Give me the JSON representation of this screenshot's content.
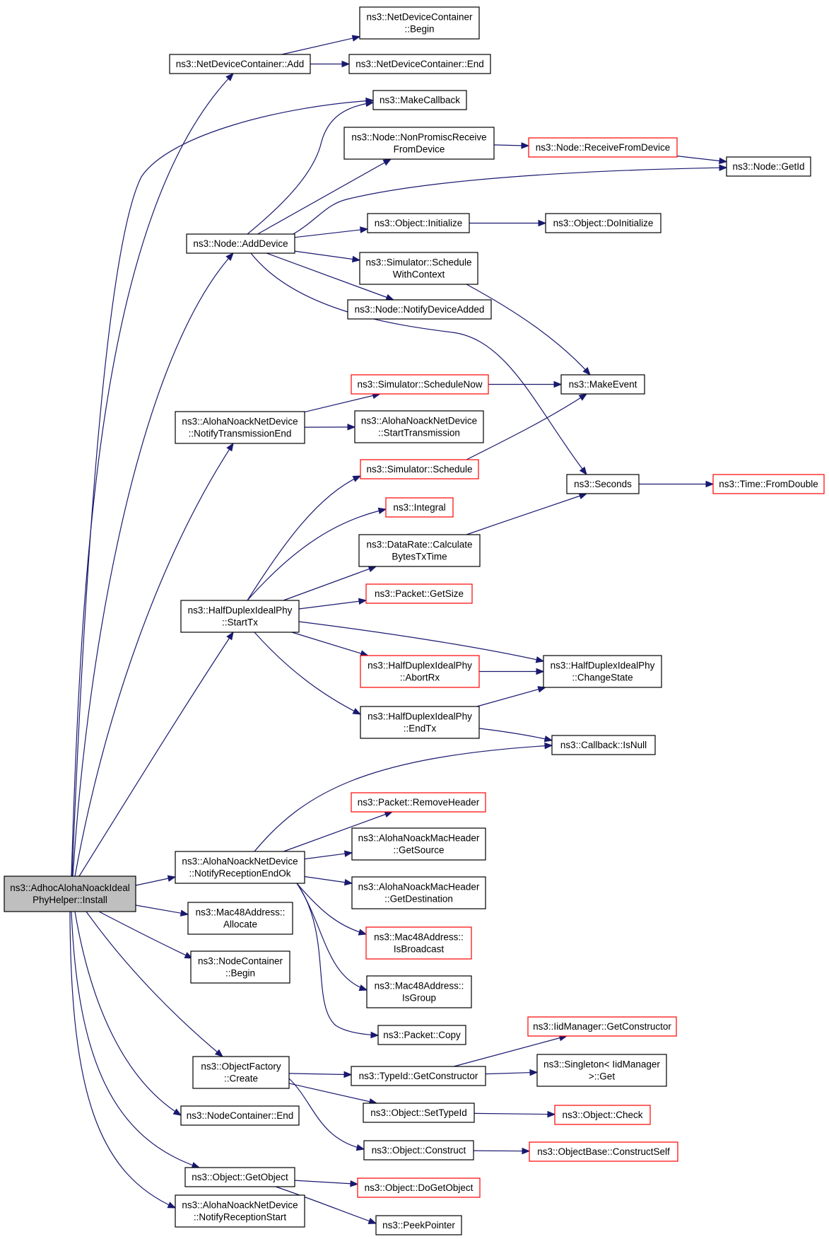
{
  "diagram": {
    "colors": {
      "edge": "#191970",
      "border_normal": "#000000",
      "border_truncated": "#ff0000",
      "root_fill": "#bfbfbf",
      "node_fill": "#ffffff"
    },
    "nodes": [
      {
        "id": "root",
        "lines": [
          "ns3::AdhocAlohaNoackIdeal",
          "PhyHelper::Install"
        ],
        "style": "root"
      },
      {
        "id": "ndc_add",
        "lines": [
          "ns3::NetDeviceContainer::Add"
        ],
        "style": "normal"
      },
      {
        "id": "ndc_begin",
        "lines": [
          "ns3::NetDeviceContainer",
          "::Begin"
        ],
        "style": "normal"
      },
      {
        "id": "ndc_end",
        "lines": [
          "ns3::NetDeviceContainer::End"
        ],
        "style": "normal"
      },
      {
        "id": "makecallback",
        "lines": [
          "ns3::MakeCallback"
        ],
        "style": "normal"
      },
      {
        "id": "nonpromisc",
        "lines": [
          "ns3::Node::NonPromiscReceive",
          "FromDevice"
        ],
        "style": "normal"
      },
      {
        "id": "receivefromdevice",
        "lines": [
          "ns3::Node::ReceiveFromDevice"
        ],
        "style": "truncated"
      },
      {
        "id": "node_getid",
        "lines": [
          "ns3::Node::GetId"
        ],
        "style": "normal"
      },
      {
        "id": "node_adddevice",
        "lines": [
          "ns3::Node::AddDevice"
        ],
        "style": "normal"
      },
      {
        "id": "obj_initialize",
        "lines": [
          "ns3::Object::Initialize"
        ],
        "style": "normal"
      },
      {
        "id": "obj_doinitialize",
        "lines": [
          "ns3::Object::DoInitialize"
        ],
        "style": "normal"
      },
      {
        "id": "sched_withcontext",
        "lines": [
          "ns3::Simulator::Schedule",
          "WithContext"
        ],
        "style": "normal"
      },
      {
        "id": "notifydeviceadded",
        "lines": [
          "ns3::Node::NotifyDeviceAdded"
        ],
        "style": "normal"
      },
      {
        "id": "schedulenow",
        "lines": [
          "ns3::Simulator::ScheduleNow"
        ],
        "style": "truncated"
      },
      {
        "id": "makeevent",
        "lines": [
          "ns3::MakeEvent"
        ],
        "style": "normal"
      },
      {
        "id": "notify_tx_end",
        "lines": [
          "ns3::AlohaNoackNetDevice",
          "::NotifyTransmissionEnd"
        ],
        "style": "normal"
      },
      {
        "id": "start_tx_dev",
        "lines": [
          "ns3::AlohaNoackNetDevice",
          "::StartTransmission"
        ],
        "style": "normal"
      },
      {
        "id": "sim_schedule",
        "lines": [
          "ns3::Simulator::Schedule"
        ],
        "style": "truncated"
      },
      {
        "id": "seconds",
        "lines": [
          "ns3::Seconds"
        ],
        "style": "normal"
      },
      {
        "id": "fromdouble",
        "lines": [
          "ns3::Time::FromDouble"
        ],
        "style": "truncated"
      },
      {
        "id": "integral",
        "lines": [
          "ns3::Integral"
        ],
        "style": "truncated"
      },
      {
        "id": "datarate",
        "lines": [
          "ns3::DataRate::Calculate",
          "BytesTxTime"
        ],
        "style": "normal"
      },
      {
        "id": "packet_getsize",
        "lines": [
          "ns3::Packet::GetSize"
        ],
        "style": "truncated"
      },
      {
        "id": "hd_starttx",
        "lines": [
          "ns3::HalfDuplexIdealPhy",
          "::StartTx"
        ],
        "style": "normal"
      },
      {
        "id": "hd_abortrx",
        "lines": [
          "ns3::HalfDuplexIdealPhy",
          "::AbortRx"
        ],
        "style": "truncated"
      },
      {
        "id": "hd_changestate",
        "lines": [
          "ns3::HalfDuplexIdealPhy",
          "::ChangeState"
        ],
        "style": "normal"
      },
      {
        "id": "hd_endtx",
        "lines": [
          "ns3::HalfDuplexIdealPhy",
          "::EndTx"
        ],
        "style": "normal"
      },
      {
        "id": "cb_isnull",
        "lines": [
          "ns3::Callback::IsNull"
        ],
        "style": "normal"
      },
      {
        "id": "removeheader",
        "lines": [
          "ns3::Packet::RemoveHeader"
        ],
        "style": "truncated"
      },
      {
        "id": "getsource",
        "lines": [
          "ns3::AlohaNoackMacHeader",
          "::GetSource"
        ],
        "style": "normal"
      },
      {
        "id": "notify_rx_endok",
        "lines": [
          "ns3::AlohaNoackNetDevice",
          "::NotifyReceptionEndOk"
        ],
        "style": "normal"
      },
      {
        "id": "getdestination",
        "lines": [
          "ns3::AlohaNoackMacHeader",
          "::GetDestination"
        ],
        "style": "normal"
      },
      {
        "id": "isbroadcast",
        "lines": [
          "ns3::Mac48Address::",
          "IsBroadcast"
        ],
        "style": "truncated"
      },
      {
        "id": "mac_allocate",
        "lines": [
          "ns3::Mac48Address::",
          "Allocate"
        ],
        "style": "normal"
      },
      {
        "id": "nc_begin",
        "lines": [
          "ns3::NodeContainer",
          "::Begin"
        ],
        "style": "normal"
      },
      {
        "id": "isgroup",
        "lines": [
          "ns3::Mac48Address::",
          "IsGroup"
        ],
        "style": "normal"
      },
      {
        "id": "packet_copy",
        "lines": [
          "ns3::Packet::Copy"
        ],
        "style": "normal"
      },
      {
        "id": "iid_getconstructor",
        "lines": [
          "ns3::IidManager::GetConstructor"
        ],
        "style": "truncated"
      },
      {
        "id": "of_create",
        "lines": [
          "ns3::ObjectFactory",
          "::Create"
        ],
        "style": "normal"
      },
      {
        "id": "typeid_getconstructor",
        "lines": [
          "ns3::TypeId::GetConstructor"
        ],
        "style": "normal"
      },
      {
        "id": "singleton_get",
        "lines": [
          "ns3::Singleton< IidManager",
          ">::Get"
        ],
        "style": "normal"
      },
      {
        "id": "nc_end",
        "lines": [
          "ns3::NodeContainer::End"
        ],
        "style": "normal"
      },
      {
        "id": "obj_settypeid",
        "lines": [
          "ns3::Object::SetTypeId"
        ],
        "style": "normal"
      },
      {
        "id": "obj_check",
        "lines": [
          "ns3::Object::Check"
        ],
        "style": "truncated"
      },
      {
        "id": "obj_construct",
        "lines": [
          "ns3::Object::Construct"
        ],
        "style": "normal"
      },
      {
        "id": "constructself",
        "lines": [
          "ns3::ObjectBase::ConstructSelf"
        ],
        "style": "truncated"
      },
      {
        "id": "getobject",
        "lines": [
          "ns3::Object::GetObject"
        ],
        "style": "normal"
      },
      {
        "id": "dogetobject",
        "lines": [
          "ns3::Object::DoGetObject"
        ],
        "style": "truncated"
      },
      {
        "id": "notify_rx_start",
        "lines": [
          "ns3::AlohaNoackNetDevice",
          "::NotifyReceptionStart"
        ],
        "style": "normal"
      },
      {
        "id": "peekpointer",
        "lines": [
          "ns3::PeekPointer"
        ],
        "style": "normal"
      }
    ],
    "edges": [
      {
        "from": "root",
        "to": "ndc_add"
      },
      {
        "from": "root",
        "to": "makecallback"
      },
      {
        "from": "root",
        "to": "node_adddevice"
      },
      {
        "from": "root",
        "to": "notify_tx_end"
      },
      {
        "from": "root",
        "to": "hd_starttx"
      },
      {
        "from": "root",
        "to": "notify_rx_endok"
      },
      {
        "from": "root",
        "to": "mac_allocate"
      },
      {
        "from": "root",
        "to": "nc_begin"
      },
      {
        "from": "root",
        "to": "of_create"
      },
      {
        "from": "root",
        "to": "nc_end"
      },
      {
        "from": "root",
        "to": "getobject"
      },
      {
        "from": "root",
        "to": "notify_rx_start"
      },
      {
        "from": "ndc_add",
        "to": "ndc_begin"
      },
      {
        "from": "ndc_add",
        "to": "ndc_end"
      },
      {
        "from": "node_adddevice",
        "to": "makecallback"
      },
      {
        "from": "node_adddevice",
        "to": "nonpromisc"
      },
      {
        "from": "node_adddevice",
        "to": "node_getid"
      },
      {
        "from": "node_adddevice",
        "to": "obj_initialize"
      },
      {
        "from": "node_adddevice",
        "to": "sched_withcontext"
      },
      {
        "from": "node_adddevice",
        "to": "notifydeviceadded"
      },
      {
        "from": "node_adddevice",
        "to": "seconds"
      },
      {
        "from": "nonpromisc",
        "to": "receivefromdevice"
      },
      {
        "from": "receivefromdevice",
        "to": "node_getid"
      },
      {
        "from": "obj_initialize",
        "to": "obj_doinitialize"
      },
      {
        "from": "sched_withcontext",
        "to": "makeevent"
      },
      {
        "from": "schedulenow",
        "to": "makeevent"
      },
      {
        "from": "notify_tx_end",
        "to": "schedulenow"
      },
      {
        "from": "notify_tx_end",
        "to": "start_tx_dev"
      },
      {
        "from": "sim_schedule",
        "to": "makeevent"
      },
      {
        "from": "seconds",
        "to": "fromdouble"
      },
      {
        "from": "datarate",
        "to": "seconds"
      },
      {
        "from": "hd_starttx",
        "to": "sim_schedule"
      },
      {
        "from": "hd_starttx",
        "to": "integral"
      },
      {
        "from": "hd_starttx",
        "to": "datarate"
      },
      {
        "from": "hd_starttx",
        "to": "packet_getsize"
      },
      {
        "from": "hd_starttx",
        "to": "hd_changestate"
      },
      {
        "from": "hd_starttx",
        "to": "hd_abortrx"
      },
      {
        "from": "hd_starttx",
        "to": "hd_endtx"
      },
      {
        "from": "hd_abortrx",
        "to": "hd_changestate"
      },
      {
        "from": "hd_endtx",
        "to": "hd_changestate"
      },
      {
        "from": "hd_endtx",
        "to": "cb_isnull"
      },
      {
        "from": "notify_rx_endok",
        "to": "cb_isnull"
      },
      {
        "from": "notify_rx_endok",
        "to": "removeheader"
      },
      {
        "from": "notify_rx_endok",
        "to": "getsource"
      },
      {
        "from": "notify_rx_endok",
        "to": "getdestination"
      },
      {
        "from": "notify_rx_endok",
        "to": "isbroadcast"
      },
      {
        "from": "notify_rx_endok",
        "to": "isgroup"
      },
      {
        "from": "notify_rx_endok",
        "to": "packet_copy"
      },
      {
        "from": "of_create",
        "to": "typeid_getconstructor"
      },
      {
        "from": "of_create",
        "to": "obj_settypeid"
      },
      {
        "from": "of_create",
        "to": "obj_construct"
      },
      {
        "from": "typeid_getconstructor",
        "to": "iid_getconstructor"
      },
      {
        "from": "typeid_getconstructor",
        "to": "singleton_get"
      },
      {
        "from": "obj_settypeid",
        "to": "obj_check"
      },
      {
        "from": "obj_construct",
        "to": "constructself"
      },
      {
        "from": "getobject",
        "to": "dogetobject"
      },
      {
        "from": "getobject",
        "to": "peekpointer"
      }
    ]
  }
}
